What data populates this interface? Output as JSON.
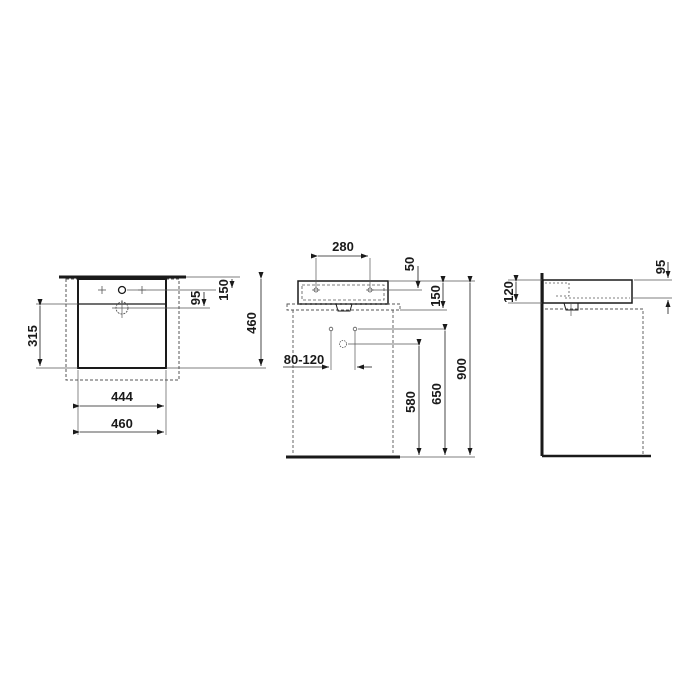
{
  "drawing": {
    "colors": {
      "line": "#1a1a1a",
      "thin": "#555555",
      "dashed": "#555555"
    },
    "top_view": {
      "dims": {
        "depth_total": "460",
        "tap_to_back": "150",
        "waste_to_tap": "95",
        "waste_to_front": "315",
        "inner_width": "444",
        "outer_width": "460"
      }
    },
    "front_view": {
      "dims": {
        "tap_hole_spacing": "280",
        "top_to_tap": "50",
        "height_basin": "150",
        "supply_spacing": "80-120",
        "waste_height": "580",
        "supply_height": "650",
        "total_height": "900"
      }
    },
    "side_view": {
      "dims": {
        "basin_height": "120",
        "overflow_height": "95"
      }
    }
  }
}
